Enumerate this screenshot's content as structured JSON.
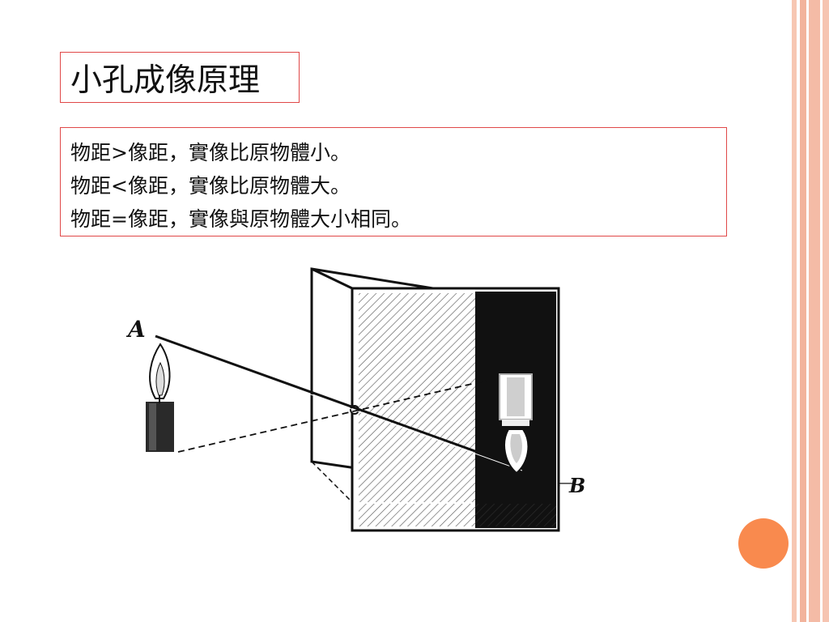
{
  "slide": {
    "title": "小孔成像原理",
    "lines": [
      "物距>像距，實像比原物體小。",
      "物距<像距，實像比原物體大。",
      "物距=像距，實像與原物體大小相同。"
    ]
  },
  "figure": {
    "label_a": "A",
    "label_b": "B"
  },
  "colors": {
    "accent": "#f98a4e",
    "border": "#e04848",
    "stripe": "#f4bba6"
  }
}
